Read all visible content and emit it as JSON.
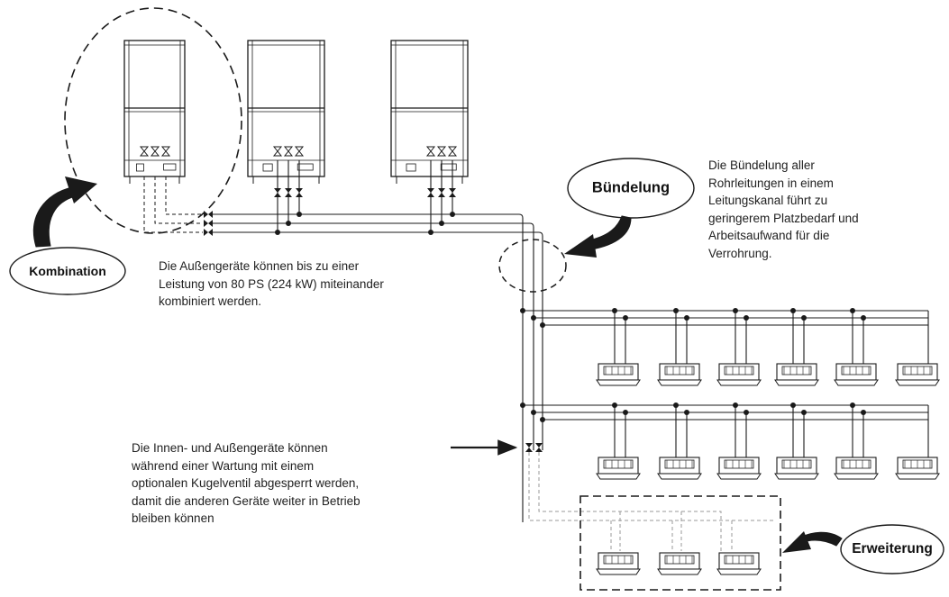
{
  "labels": {
    "kombination": "Kombination",
    "buendelung": "Bündelung",
    "erweiterung": "Erweiterung"
  },
  "texts": {
    "kombination_desc": [
      "Die Außengeräte können bis zu einer",
      "Leistung von 80 PS (224 kW) miteinander",
      "kombiniert werden."
    ],
    "buendelung_desc": [
      "Die Bündelung aller",
      "Rohrleitungen in einem",
      "Leitungskanal führt zu",
      "geringerem Platzbedarf und",
      "Arbeitsaufwand für die",
      "Verrohrung."
    ],
    "ventil_desc": [
      "Die Innen- und Außengeräte können",
      "während einer Wartung mit einem",
      "optionalen Kugelventil abgesperrt werden,",
      "damit die anderen Geräte weiter in Betrieb",
      "bleiben können"
    ]
  },
  "colors": {
    "line": "#1a1a1a",
    "dashed_pipe": "#9a9a9a",
    "unit_fill": "#ffffff",
    "background": "#ffffff"
  },
  "diagram": {
    "outdoor_unit_count": 3,
    "indoor_rows": [
      6,
      6
    ],
    "extension_unit_count": 3
  }
}
